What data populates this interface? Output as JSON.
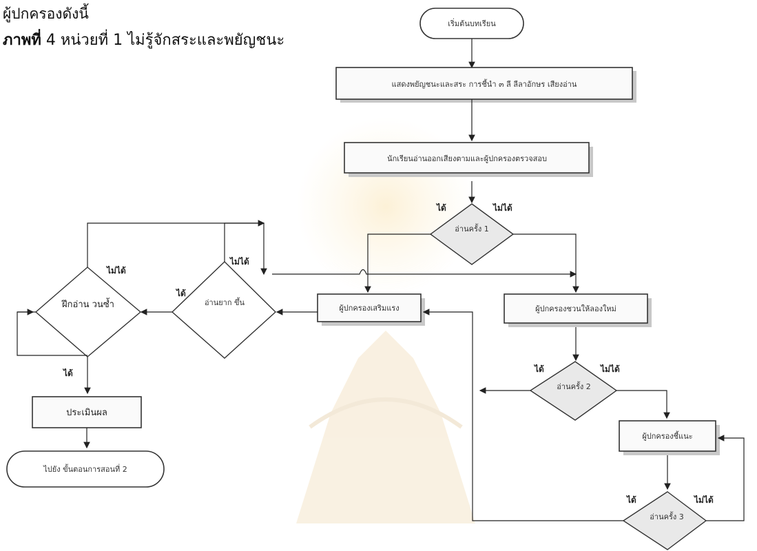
{
  "header": {
    "line1": "ผู้ปกครองดังนี้",
    "line2_bold": "ภาพที่",
    "line2_rest": " 4 หน่วยที่ 1 ไม่รู้จักสระและพยัญชนะ"
  },
  "nodes": {
    "start": "เริ่มต้นบทเรียน",
    "step1": "แสดงพยัญชนะและสระ การชี้นำ ๓ ลี ลีลาอักษร เสียงอ่าน",
    "step2": "นักเรียนอ่านออกเสียงตามและผู้ปกครองตรวจสอบ",
    "decision1": "อ่านครั้ง 1",
    "praise": "ผู้ปกครองเสริมแรง",
    "retry": "ผู้ปกครองชวนให้ลองใหม่",
    "read_harder": "อ่านยาก ขึ้น",
    "practice": "ฝึกอ่าน วนซ้ำ",
    "evaluate": "ประเมินผล",
    "next_lesson": "ไปยัง ขั้นตอนการสอนที่ 2",
    "decision2": "อ่านครั้ง 2",
    "guide": "ผู้ปกครองชี้แนะ",
    "decision3": "อ่านครั้ง 3"
  },
  "labels": {
    "yes": "ได้",
    "no": "ไม่ได้"
  }
}
